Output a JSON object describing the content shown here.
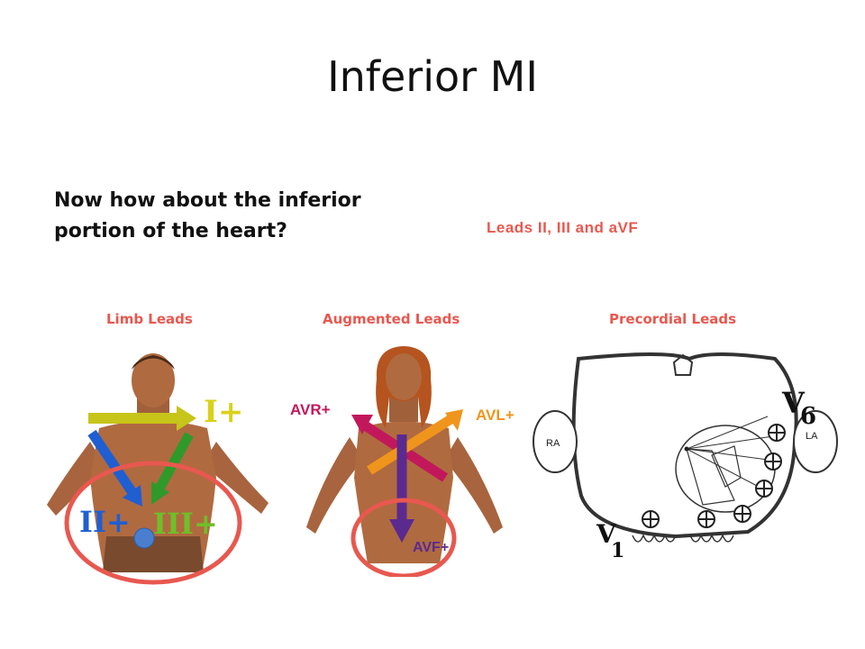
{
  "slide": {
    "title": "Inferior MI",
    "question": "Now how about the inferior portion of the heart?",
    "answer": "Leads II, III and aVF",
    "columns": [
      {
        "label": "Limb Leads"
      },
      {
        "label": "Augmented Leads"
      },
      {
        "label": "Precordial Leads"
      }
    ]
  },
  "figures": {
    "limb": {
      "lead_I": "I+",
      "lead_II": "II+",
      "lead_III": "III+"
    },
    "augmented": {
      "avr": "AVR+",
      "avl": "AVL+",
      "avf": "AVF+"
    },
    "precordial": {
      "ra": "RA",
      "la": "LA",
      "v6": "V6",
      "v1": "V1",
      "v6_letter": "V",
      "v6_num": "6",
      "v1_letter": "V",
      "v1_num": "1"
    }
  },
  "colors": {
    "highlight": "#e8584f",
    "skin": "#a8643e",
    "lead_I": "#c7c41a",
    "lead_II": "#1f5fd1",
    "lead_III": "#2f9a2a",
    "avr": "#c2185b",
    "avl": "#f0951c",
    "avf": "#5b2a8e",
    "dot": "#4a7fd0"
  }
}
